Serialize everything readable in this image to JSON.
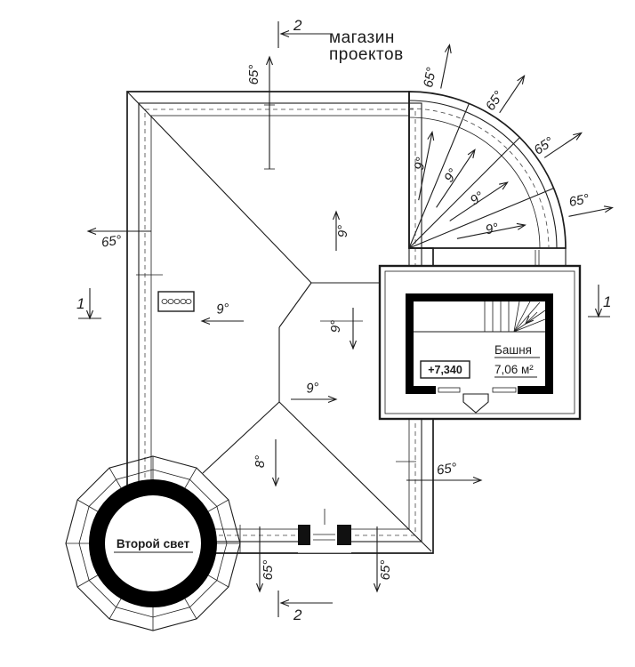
{
  "watermark": {
    "line1": "магазин",
    "line2": "проектов"
  },
  "markers": {
    "section_1": "1",
    "section_2": "2"
  },
  "slopes": {
    "deg65": "65°",
    "deg9": "9°",
    "deg8": "8°"
  },
  "tower": {
    "label": "Второй свет"
  },
  "inset": {
    "room_name": "Башня",
    "area": "7,06 м²",
    "elevation": "+7,340"
  },
  "colors": {
    "line": "#1c1c1c",
    "pattern": "#8a8a8a",
    "watermark": "#b5b5b5"
  }
}
